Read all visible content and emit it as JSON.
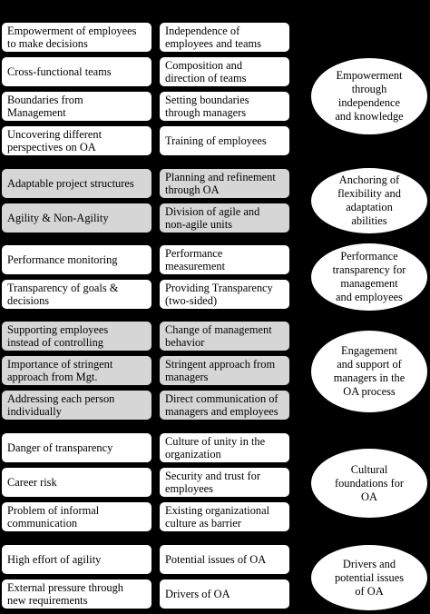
{
  "rows": [
    {
      "left": "Empowerment of employees\nto make decisions",
      "right": "Independence of\nemployees and teams",
      "grey": false
    },
    {
      "left": "Cross-functional teams",
      "right": "Composition and\ndirection of teams",
      "grey": false
    },
    {
      "left": "Boundaries from\nManagement",
      "right": "Setting boundaries\nthrough managers",
      "grey": false
    },
    {
      "left": "Uncovering different\nperspectives on OA",
      "right": "Training of employees",
      "grey": false
    },
    {
      "left": "Adaptable project structures",
      "right": "Planning and refinement\nthrough OA",
      "grey": true
    },
    {
      "left": "Agility & Non-Agility",
      "right": "Division of agile and\nnon-agile units",
      "grey": true
    },
    {
      "left": "Performance monitoring",
      "right": "Performance\nmeasurement",
      "grey": false
    },
    {
      "left": "Transparency of goals &\ndecisions",
      "right": "Providing Transparency\n(two-sided)",
      "grey": false
    },
    {
      "left": "Supporting employees\ninstead of controlling",
      "right": "Change of management\nbehavior",
      "grey": true
    },
    {
      "left": "Importance of stringent\napproach from Mgt.",
      "right": "Stringent approach from\nmanagers",
      "grey": true
    },
    {
      "left": "Addressing each person\nindividually",
      "right": "Direct communication of\nmanagers and employees",
      "grey": true
    },
    {
      "left": "Danger of transparency",
      "right": "Culture of unity in the\norganization",
      "grey": false
    },
    {
      "left": "Career risk",
      "right": "Security and trust for\nemployees",
      "grey": false
    },
    {
      "left": "Problem of informal\ncommunication",
      "right": "Existing organizational\nculture as barrier",
      "grey": false
    },
    {
      "left": "High effort of agility",
      "right": "Potential issues of OA",
      "grey": false
    },
    {
      "left": "External pressure through\nnew requirements",
      "right": "Drivers of OA",
      "grey": false
    }
  ],
  "groups": [
    "Empowerment\nthrough\nindependence\nand knowledge",
    "Anchoring of\nflexibility and\nadaptation\nabilities",
    "Performance\ntransparency for\nmanagement\nand employees",
    "Engagement\nand support of\nmanagers in the\nOA process",
    "Cultural\nfoundations for\nOA",
    "Drivers and\npotential issues\nof OA"
  ],
  "colors": {
    "background": "#000000",
    "box_white": "#ffffff",
    "box_grey": "#d6d6d6"
  }
}
